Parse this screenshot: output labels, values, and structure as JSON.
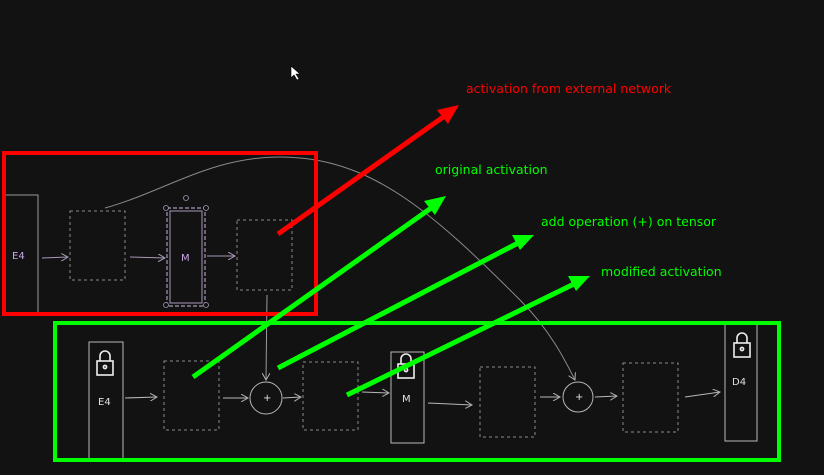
{
  "annotations": {
    "external": "activation from external network",
    "original": "original activation",
    "add_op": "add operation (+) on tensor",
    "modified": "modified activation"
  },
  "top_row": {
    "encoder": "E4",
    "middle": "M"
  },
  "bottom_row": {
    "encoder": "E4",
    "middle": "M",
    "decoder": "D4",
    "add_symbol": "+"
  },
  "colors": {
    "red": "#ff0000",
    "green": "#00ff00",
    "background": "#121212",
    "sketch": "#b8b8b8",
    "purple": "#c9a8e6"
  }
}
